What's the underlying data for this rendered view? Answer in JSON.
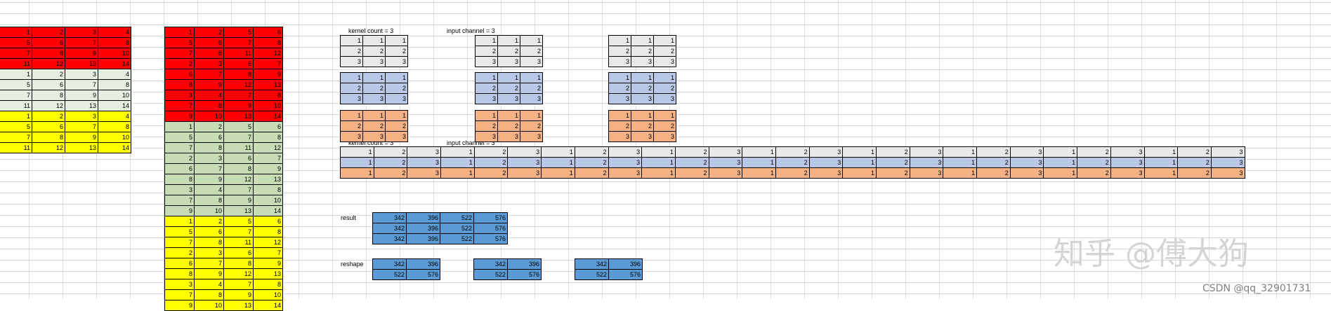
{
  "labels": {
    "kernel_count_1": "kernel count = 3",
    "input_channel_1": "input channel = 3",
    "kernel_count_2": "kernel count = 3",
    "input_channel_2": "input channel = 3",
    "result": "result",
    "reshape": "reshape"
  },
  "watermark": {
    "zhihu": "知乎 @傅大狗",
    "csdn": "CSDN @qq_32901731"
  },
  "colors": {
    "red": "#ff0000",
    "light_green": "#e6eee1",
    "yellow": "#ffff00",
    "green": "#c5dcb4",
    "gray": "#e8e8e8",
    "blue_light": "#b9c8e6",
    "orange": "#f4b183",
    "blue": "#5b9bd5",
    "white": "#ffffff"
  },
  "tables": [
    {
      "name": "input-matrix-left",
      "color": "red",
      "col_width": 47,
      "rows": [
        {
          "cells": [
            "1",
            "2",
            "3",
            "4"
          ],
          "color": "red"
        },
        {
          "cells": [
            "5",
            "6",
            "7",
            "8"
          ],
          "color": "red"
        },
        {
          "cells": [
            "7",
            "8",
            "9",
            "10"
          ],
          "color": "red"
        },
        {
          "cells": [
            "11",
            "12",
            "13",
            "14"
          ],
          "color": "red"
        },
        {
          "cells": [
            "1",
            "2",
            "3",
            "4"
          ],
          "color": "light_green"
        },
        {
          "cells": [
            "5",
            "6",
            "7",
            "8"
          ],
          "color": "light_green"
        },
        {
          "cells": [
            "7",
            "8",
            "9",
            "10"
          ],
          "color": "light_green"
        },
        {
          "cells": [
            "11",
            "12",
            "13",
            "14"
          ],
          "color": "light_green"
        },
        {
          "cells": [
            "1",
            "2",
            "3",
            "4"
          ],
          "color": "yellow"
        },
        {
          "cells": [
            "5",
            "6",
            "7",
            "8"
          ],
          "color": "yellow"
        },
        {
          "cells": [
            "7",
            "8",
            "9",
            "10"
          ],
          "color": "yellow"
        },
        {
          "cells": [
            "11",
            "12",
            "13",
            "14"
          ],
          "color": "yellow"
        }
      ]
    },
    {
      "name": "im2col-matrix",
      "color": "red",
      "col_width": 42,
      "rows": [
        {
          "cells": [
            "1",
            "2",
            "5",
            "6"
          ],
          "color": "red"
        },
        {
          "cells": [
            "5",
            "6",
            "7",
            "8"
          ],
          "color": "red"
        },
        {
          "cells": [
            "7",
            "8",
            "11",
            "12"
          ],
          "color": "red"
        },
        {
          "cells": [
            "2",
            "3",
            "6",
            "7"
          ],
          "color": "red"
        },
        {
          "cells": [
            "6",
            "7",
            "8",
            "9"
          ],
          "color": "red"
        },
        {
          "cells": [
            "8",
            "9",
            "12",
            "13"
          ],
          "color": "red"
        },
        {
          "cells": [
            "3",
            "4",
            "7",
            "8"
          ],
          "color": "red"
        },
        {
          "cells": [
            "7",
            "8",
            "9",
            "10"
          ],
          "color": "red"
        },
        {
          "cells": [
            "9",
            "10",
            "13",
            "14"
          ],
          "color": "red"
        },
        {
          "cells": [
            "1",
            "2",
            "5",
            "6"
          ],
          "color": "green"
        },
        {
          "cells": [
            "5",
            "6",
            "7",
            "8"
          ],
          "color": "green"
        },
        {
          "cells": [
            "7",
            "8",
            "11",
            "12"
          ],
          "color": "green"
        },
        {
          "cells": [
            "2",
            "3",
            "6",
            "7"
          ],
          "color": "green"
        },
        {
          "cells": [
            "6",
            "7",
            "8",
            "9"
          ],
          "color": "green"
        },
        {
          "cells": [
            "8",
            "9",
            "12",
            "13"
          ],
          "color": "green"
        },
        {
          "cells": [
            "3",
            "4",
            "7",
            "8"
          ],
          "color": "green"
        },
        {
          "cells": [
            "7",
            "8",
            "9",
            "10"
          ],
          "color": "green"
        },
        {
          "cells": [
            "9",
            "10",
            "13",
            "14"
          ],
          "color": "green"
        },
        {
          "cells": [
            "1",
            "2",
            "5",
            "6"
          ],
          "color": "yellow"
        },
        {
          "cells": [
            "5",
            "6",
            "7",
            "8"
          ],
          "color": "yellow"
        },
        {
          "cells": [
            "7",
            "8",
            "11",
            "12"
          ],
          "color": "yellow"
        },
        {
          "cells": [
            "2",
            "3",
            "6",
            "7"
          ],
          "color": "yellow"
        },
        {
          "cells": [
            "6",
            "7",
            "8",
            "9"
          ],
          "color": "yellow"
        },
        {
          "cells": [
            "8",
            "9",
            "12",
            "13"
          ],
          "color": "yellow"
        },
        {
          "cells": [
            "3",
            "4",
            "7",
            "8"
          ],
          "color": "yellow"
        },
        {
          "cells": [
            "7",
            "8",
            "9",
            "10"
          ],
          "color": "yellow"
        },
        {
          "cells": [
            "9",
            "10",
            "13",
            "14"
          ],
          "color": "yellow"
        }
      ]
    },
    {
      "name": "kernel-1-channel-1",
      "col_width": 32,
      "rows": [
        {
          "cells": [
            "1",
            "1",
            "1"
          ],
          "color": "gray"
        },
        {
          "cells": [
            "2",
            "2",
            "2"
          ],
          "color": "gray"
        },
        {
          "cells": [
            "3",
            "3",
            "3"
          ],
          "color": "gray"
        }
      ]
    },
    {
      "name": "kernel-1-channel-2",
      "col_width": 32,
      "rows": [
        {
          "cells": [
            "1",
            "1",
            "1"
          ],
          "color": "gray"
        },
        {
          "cells": [
            "2",
            "2",
            "2"
          ],
          "color": "gray"
        },
        {
          "cells": [
            "3",
            "3",
            "3"
          ],
          "color": "gray"
        }
      ]
    },
    {
      "name": "kernel-1-channel-3",
      "col_width": 32,
      "rows": [
        {
          "cells": [
            "1",
            "1",
            "1"
          ],
          "color": "gray"
        },
        {
          "cells": [
            "2",
            "2",
            "2"
          ],
          "color": "gray"
        },
        {
          "cells": [
            "3",
            "3",
            "3"
          ],
          "color": "gray"
        }
      ]
    },
    {
      "name": "kernel-2-channel-1",
      "col_width": 32,
      "rows": [
        {
          "cells": [
            "1",
            "1",
            "1"
          ],
          "color": "blue_light"
        },
        {
          "cells": [
            "2",
            "2",
            "2"
          ],
          "color": "blue_light"
        },
        {
          "cells": [
            "3",
            "3",
            "3"
          ],
          "color": "blue_light"
        }
      ]
    },
    {
      "name": "kernel-2-channel-2",
      "col_width": 32,
      "rows": [
        {
          "cells": [
            "1",
            "1",
            "1"
          ],
          "color": "blue_light"
        },
        {
          "cells": [
            "2",
            "2",
            "2"
          ],
          "color": "blue_light"
        },
        {
          "cells": [
            "3",
            "3",
            "3"
          ],
          "color": "blue_light"
        }
      ]
    },
    {
      "name": "kernel-2-channel-3",
      "col_width": 32,
      "rows": [
        {
          "cells": [
            "1",
            "1",
            "1"
          ],
          "color": "blue_light"
        },
        {
          "cells": [
            "2",
            "2",
            "2"
          ],
          "color": "blue_light"
        },
        {
          "cells": [
            "3",
            "3",
            "3"
          ],
          "color": "blue_light"
        }
      ]
    },
    {
      "name": "kernel-3-channel-1",
      "col_width": 32,
      "rows": [
        {
          "cells": [
            "1",
            "1",
            "1"
          ],
          "color": "orange"
        },
        {
          "cells": [
            "2",
            "2",
            "2"
          ],
          "color": "orange"
        },
        {
          "cells": [
            "3",
            "3",
            "3"
          ],
          "color": "orange"
        }
      ]
    },
    {
      "name": "kernel-3-channel-2",
      "col_width": 32,
      "rows": [
        {
          "cells": [
            "1",
            "1",
            "1"
          ],
          "color": "orange"
        },
        {
          "cells": [
            "2",
            "2",
            "2"
          ],
          "color": "orange"
        },
        {
          "cells": [
            "3",
            "3",
            "3"
          ],
          "color": "orange"
        }
      ]
    },
    {
      "name": "kernel-3-channel-3",
      "col_width": 32,
      "rows": [
        {
          "cells": [
            "1",
            "1",
            "1"
          ],
          "color": "orange"
        },
        {
          "cells": [
            "2",
            "2",
            "2"
          ],
          "color": "orange"
        },
        {
          "cells": [
            "3",
            "3",
            "3"
          ],
          "color": "orange"
        }
      ]
    },
    {
      "name": "kernel-flattened-matrix",
      "col_width": 47.7,
      "rows": [
        {
          "cells": [
            "1",
            "2",
            "3",
            "1",
            "2",
            "3",
            "1",
            "2",
            "3",
            "1",
            "2",
            "3",
            "1",
            "2",
            "3",
            "1",
            "2",
            "3",
            "1",
            "2",
            "3",
            "1",
            "2",
            "3",
            "1",
            "2",
            "3"
          ],
          "color": "gray"
        },
        {
          "cells": [
            "1",
            "2",
            "3",
            "1",
            "2",
            "3",
            "1",
            "2",
            "3",
            "1",
            "2",
            "3",
            "1",
            "2",
            "3",
            "1",
            "2",
            "3",
            "1",
            "2",
            "3",
            "1",
            "2",
            "3",
            "1",
            "2",
            "3"
          ],
          "color": "blue_light"
        },
        {
          "cells": [
            "1",
            "2",
            "3",
            "1",
            "2",
            "3",
            "1",
            "2",
            "3",
            "1",
            "2",
            "3",
            "1",
            "2",
            "3",
            "1",
            "2",
            "3",
            "1",
            "2",
            "3",
            "1",
            "2",
            "3",
            "1",
            "2",
            "3"
          ],
          "color": "orange"
        }
      ]
    },
    {
      "name": "result-matrix",
      "col_width": 48,
      "rows": [
        {
          "cells": [
            "342",
            "396",
            "522",
            "576"
          ],
          "color": "blue"
        },
        {
          "cells": [
            "342",
            "396",
            "522",
            "576"
          ],
          "color": "blue"
        },
        {
          "cells": [
            "342",
            "396",
            "522",
            "576"
          ],
          "color": "blue"
        }
      ]
    },
    {
      "name": "reshape-output-1",
      "col_width": 48,
      "rows": [
        {
          "cells": [
            "342",
            "396"
          ],
          "color": "blue"
        },
        {
          "cells": [
            "522",
            "576"
          ],
          "color": "blue"
        }
      ]
    },
    {
      "name": "reshape-output-2",
      "col_width": 48,
      "rows": [
        {
          "cells": [
            "342",
            "396"
          ],
          "color": "blue"
        },
        {
          "cells": [
            "522",
            "576"
          ],
          "color": "blue"
        }
      ]
    },
    {
      "name": "reshape-output-3",
      "col_width": 48,
      "rows": [
        {
          "cells": [
            "342",
            "396"
          ],
          "color": "blue"
        },
        {
          "cells": [
            "522",
            "576"
          ],
          "color": "blue"
        }
      ]
    }
  ]
}
